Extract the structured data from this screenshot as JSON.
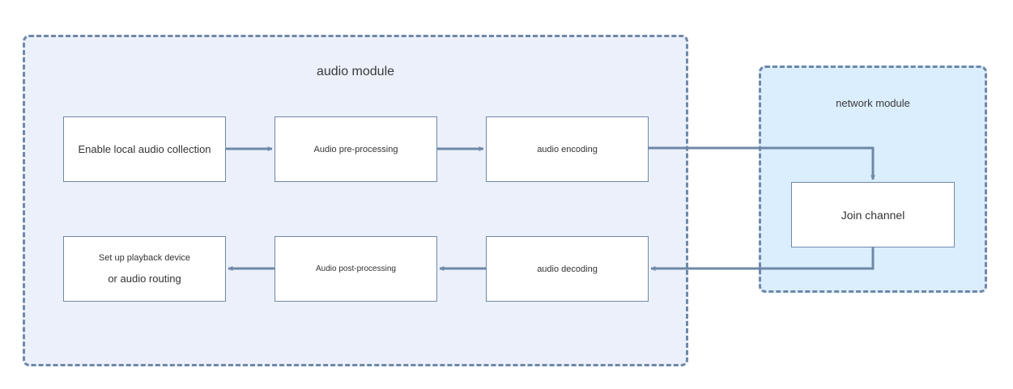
{
  "groups": {
    "audio_module": "audio module",
    "network_module": "network module"
  },
  "nodes": {
    "enable_local_audio_collection": "Enable local audio collection",
    "audio_pre_processing": "Audio pre-processing",
    "audio_encoding": "audio encoding",
    "set_up_playback_device_line1": "Set up playback device",
    "set_up_playback_device_line2": "or audio routing",
    "audio_post_processing": "Audio post-processing",
    "audio_decoding": "audio decoding",
    "join_channel": "Join channel"
  },
  "colors": {
    "audio_module_fill": "#ebf0fa",
    "network_module_fill": "#dbeefe",
    "border": "#6f88a8",
    "arrow": "#6f88a8"
  },
  "edges": [
    [
      "enable_local_audio_collection",
      "audio_pre_processing"
    ],
    [
      "audio_pre_processing",
      "audio_encoding"
    ],
    [
      "audio_encoding",
      "join_channel"
    ],
    [
      "join_channel",
      "audio_decoding"
    ],
    [
      "audio_decoding",
      "audio_post_processing"
    ],
    [
      "audio_post_processing",
      "set_up_playback_device"
    ]
  ]
}
